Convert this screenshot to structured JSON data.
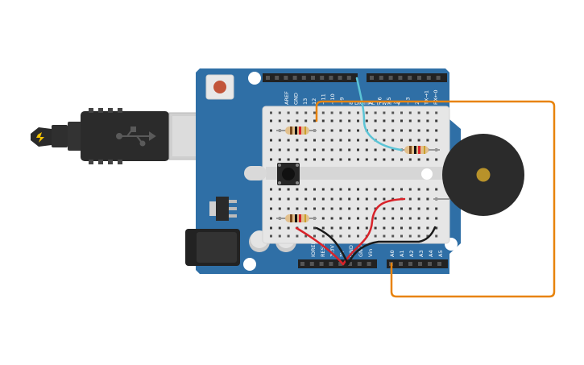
{
  "board": {
    "digital_header_label": "DIGITAL (PWM ~)",
    "digital_pins": [
      "AREF",
      "GND",
      "13",
      "12",
      "~11",
      "~10",
      "~9",
      "8",
      "7",
      "~6",
      "~5",
      "4",
      "~3",
      "2",
      "TX→1",
      "RX←0"
    ],
    "power_pins": [
      "IOREF",
      "RESET",
      "3.3V",
      "5V",
      "GND",
      "GND",
      "Vin"
    ],
    "analog_pins": [
      "A0",
      "A1",
      "A2",
      "A3",
      "A4",
      "A5"
    ],
    "usb_symbol": "usb-symbol-icon"
  },
  "colors": {
    "board": "#2f6fa6",
    "breadboard": "#e8e8e8",
    "wire_orange": "#e8830c",
    "wire_red": "#d8232a",
    "wire_black": "#1a1a1a",
    "wire_cyan": "#5bc4d6",
    "buzzer": "#2b2b2b",
    "buzzer_center": "#b8922a"
  }
}
